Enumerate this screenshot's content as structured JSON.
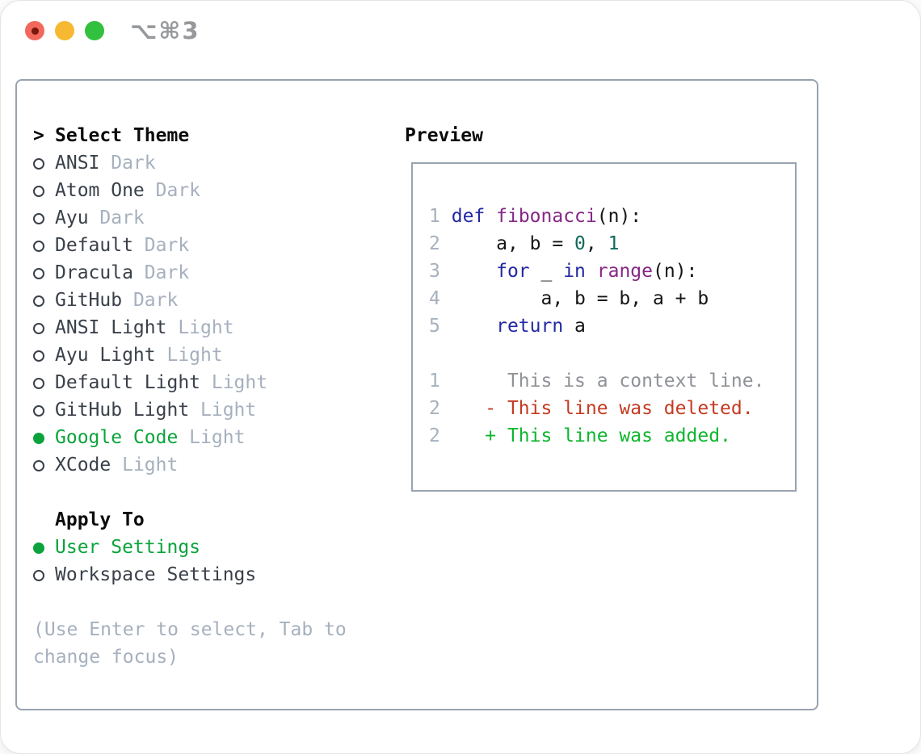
{
  "window": {
    "title_shortcut": "⌥⌘3"
  },
  "theme_panel": {
    "list_cursor": ">",
    "list_title": "Select Theme",
    "themes": [
      {
        "name": "ANSI",
        "variant": "Dark",
        "selected": false
      },
      {
        "name": "Atom One",
        "variant": "Dark",
        "selected": false
      },
      {
        "name": "Ayu",
        "variant": "Dark",
        "selected": false
      },
      {
        "name": "Default",
        "variant": "Dark",
        "selected": false
      },
      {
        "name": "Dracula",
        "variant": "Dark",
        "selected": false
      },
      {
        "name": "GitHub",
        "variant": "Dark",
        "selected": false
      },
      {
        "name": "ANSI Light",
        "variant": "Light",
        "selected": false
      },
      {
        "name": "Ayu Light",
        "variant": "Light",
        "selected": false
      },
      {
        "name": "Default Light",
        "variant": "Light",
        "selected": false
      },
      {
        "name": "GitHub Light",
        "variant": "Light",
        "selected": false
      },
      {
        "name": "Google Code",
        "variant": "Light",
        "selected": true
      },
      {
        "name": "XCode",
        "variant": "Light",
        "selected": false
      }
    ],
    "apply_to": {
      "title": "Apply To",
      "options": [
        {
          "label": "User Settings",
          "selected": true
        },
        {
          "label": "Workspace Settings",
          "selected": false
        }
      ]
    },
    "hint": "(Use Enter to select, Tab to change focus)"
  },
  "preview": {
    "title": "Preview",
    "code_lines": [
      {
        "number": "1",
        "segments": [
          {
            "text": "def",
            "color": "keyword"
          },
          {
            "text": " ",
            "color": "plain"
          },
          {
            "text": "fibonacci",
            "color": "type"
          },
          {
            "text": "(n):",
            "color": "plain"
          }
        ]
      },
      {
        "number": "2",
        "segments": [
          {
            "text": "    a, b = ",
            "color": "plain"
          },
          {
            "text": "0",
            "color": "literal"
          },
          {
            "text": ", ",
            "color": "plain"
          },
          {
            "text": "1",
            "color": "literal"
          }
        ]
      },
      {
        "number": "3",
        "segments": [
          {
            "text": "    ",
            "color": "plain"
          },
          {
            "text": "for",
            "color": "keyword"
          },
          {
            "text": " _ ",
            "color": "plain"
          },
          {
            "text": "in",
            "color": "keyword"
          },
          {
            "text": " ",
            "color": "plain"
          },
          {
            "text": "range",
            "color": "type"
          },
          {
            "text": "(n):",
            "color": "plain"
          }
        ]
      },
      {
        "number": "4",
        "segments": [
          {
            "text": "        a, b = b, a + b",
            "color": "plain"
          }
        ]
      },
      {
        "number": "5",
        "segments": [
          {
            "text": "    ",
            "color": "plain"
          },
          {
            "text": "return",
            "color": "keyword"
          },
          {
            "text": " a",
            "color": "plain"
          }
        ]
      }
    ],
    "diff_lines": [
      {
        "number": "1",
        "kind": "context",
        "text": "      This is a context line."
      },
      {
        "number": "2",
        "kind": "deleted",
        "text": "    - This line was deleted."
      },
      {
        "number": "2",
        "kind": "added",
        "text": "    + This line was added."
      }
    ]
  },
  "colors": {
    "accent_green": "#0ca33c",
    "keyword_blue": "#2228a3",
    "type_purple": "#862786",
    "literal_teal": "#11695c",
    "deleted_red": "#c43a21",
    "added_green": "#0fb62e",
    "context_gray": "#8f9297",
    "muted_gray": "#a6b0be",
    "text_dark": "#3a4049",
    "header_black": "#0b0b0c",
    "panel_border": "#99a3af",
    "traffic_red": "#f2685c",
    "traffic_red_dot": "#7a170b",
    "traffic_yellow": "#f7b932",
    "traffic_green": "#33c03f"
  }
}
